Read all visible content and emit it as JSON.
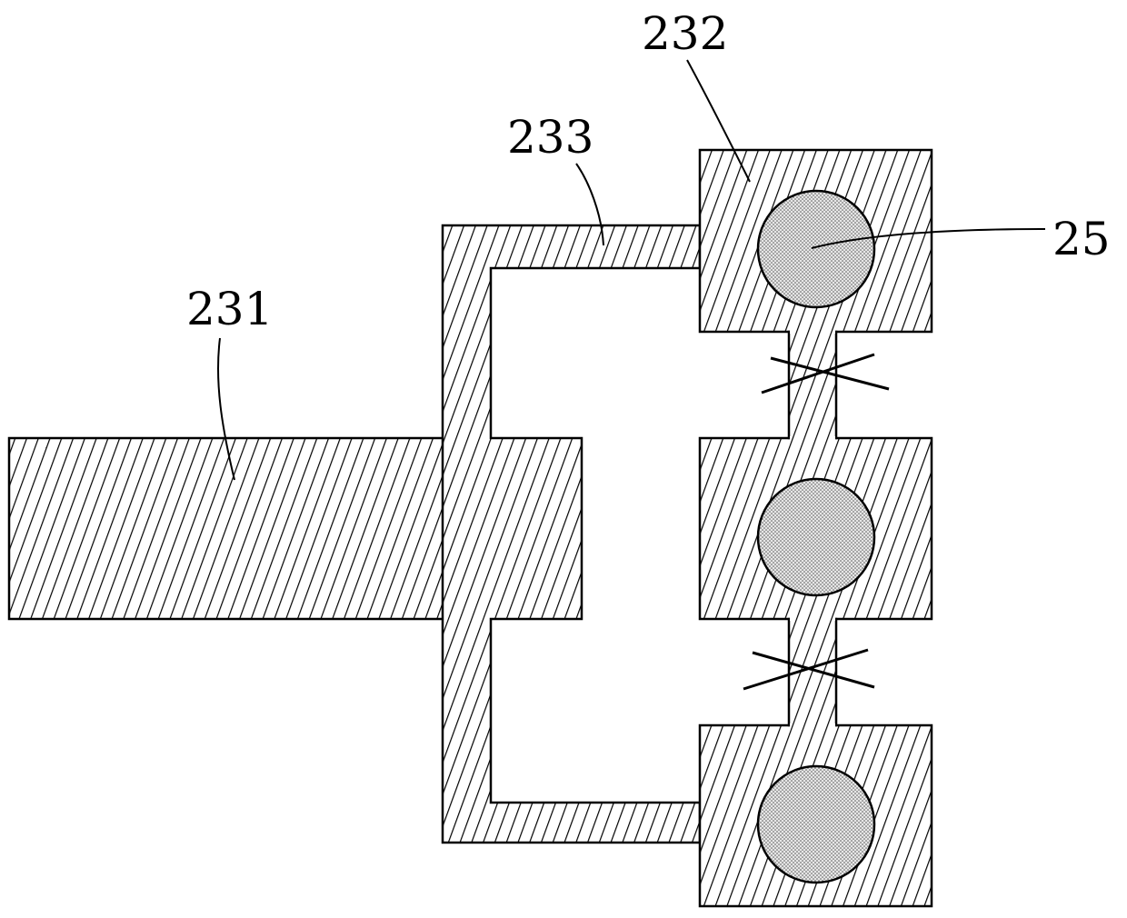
{
  "labels": {
    "feed_line": "231",
    "pad": "232",
    "branch_line": "233",
    "via": "25"
  },
  "colors": {
    "outline": "#000000",
    "hatch": "#000000",
    "background": "#ffffff",
    "via_fill": "#c8c8c8"
  }
}
